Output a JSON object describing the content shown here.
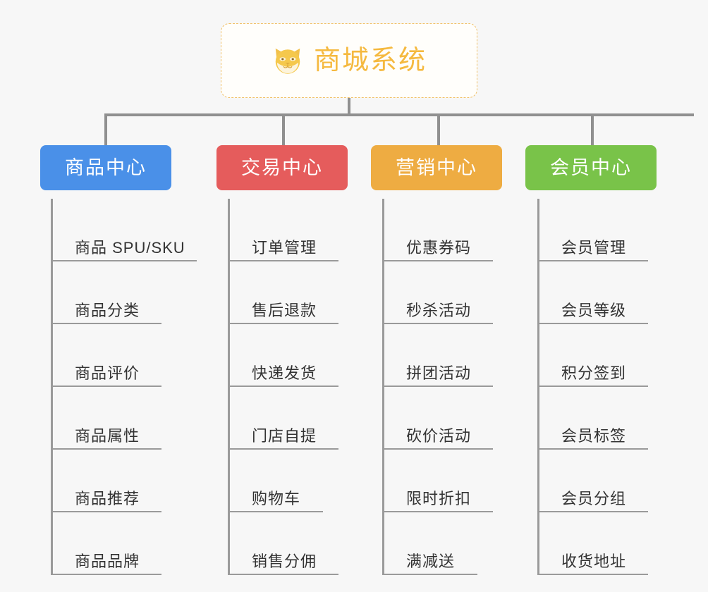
{
  "diagram": {
    "title": "商城系统",
    "root_icon": "shiba-dog-icon",
    "root": {
      "label": "商城系统",
      "accent_color": "#f5b93f",
      "border_color": "#f0c066",
      "background": "#fffefb"
    },
    "line_color": "#909090",
    "page_background": "#f7f7f7",
    "categories": [
      {
        "label": "商品中心",
        "color": "#4a90e8",
        "items": [
          "商品 SPU/SKU",
          "商品分类",
          "商品评价",
          "商品属性",
          "商品推荐",
          "商品品牌"
        ]
      },
      {
        "label": "交易中心",
        "color": "#e55c5c",
        "items": [
          "订单管理",
          "售后退款",
          "快递发货",
          "门店自提",
          "购物车",
          "销售分佣"
        ]
      },
      {
        "label": "营销中心",
        "color": "#eeac42",
        "items": [
          "优惠券码",
          "秒杀活动",
          "拼团活动",
          "砍价活动",
          "限时折扣",
          "满减送"
        ]
      },
      {
        "label": "会员中心",
        "color": "#79c349",
        "items": [
          "会员管理",
          "会员等级",
          "积分签到",
          "会员标签",
          "会员分组",
          "收货地址"
        ]
      }
    ]
  }
}
